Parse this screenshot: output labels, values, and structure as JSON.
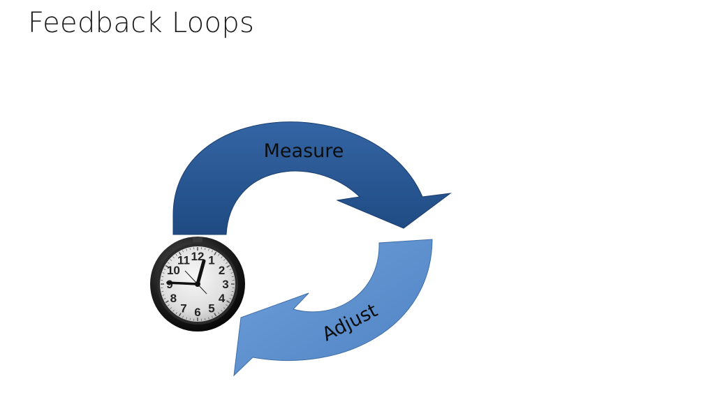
{
  "slide": {
    "title": "Feedback Loops"
  },
  "diagram": {
    "top_arrow": {
      "label": "Measure",
      "color": "#2b5591"
    },
    "bottom_arrow": {
      "label": "Adjust",
      "color": "#5b8fcc"
    },
    "clock": {
      "icon": "clock-icon",
      "numerals": [
        "12",
        "1",
        "2",
        "3",
        "4",
        "5",
        "6",
        "7",
        "8",
        "9",
        "10",
        "11"
      ],
      "time": "12:46"
    }
  }
}
